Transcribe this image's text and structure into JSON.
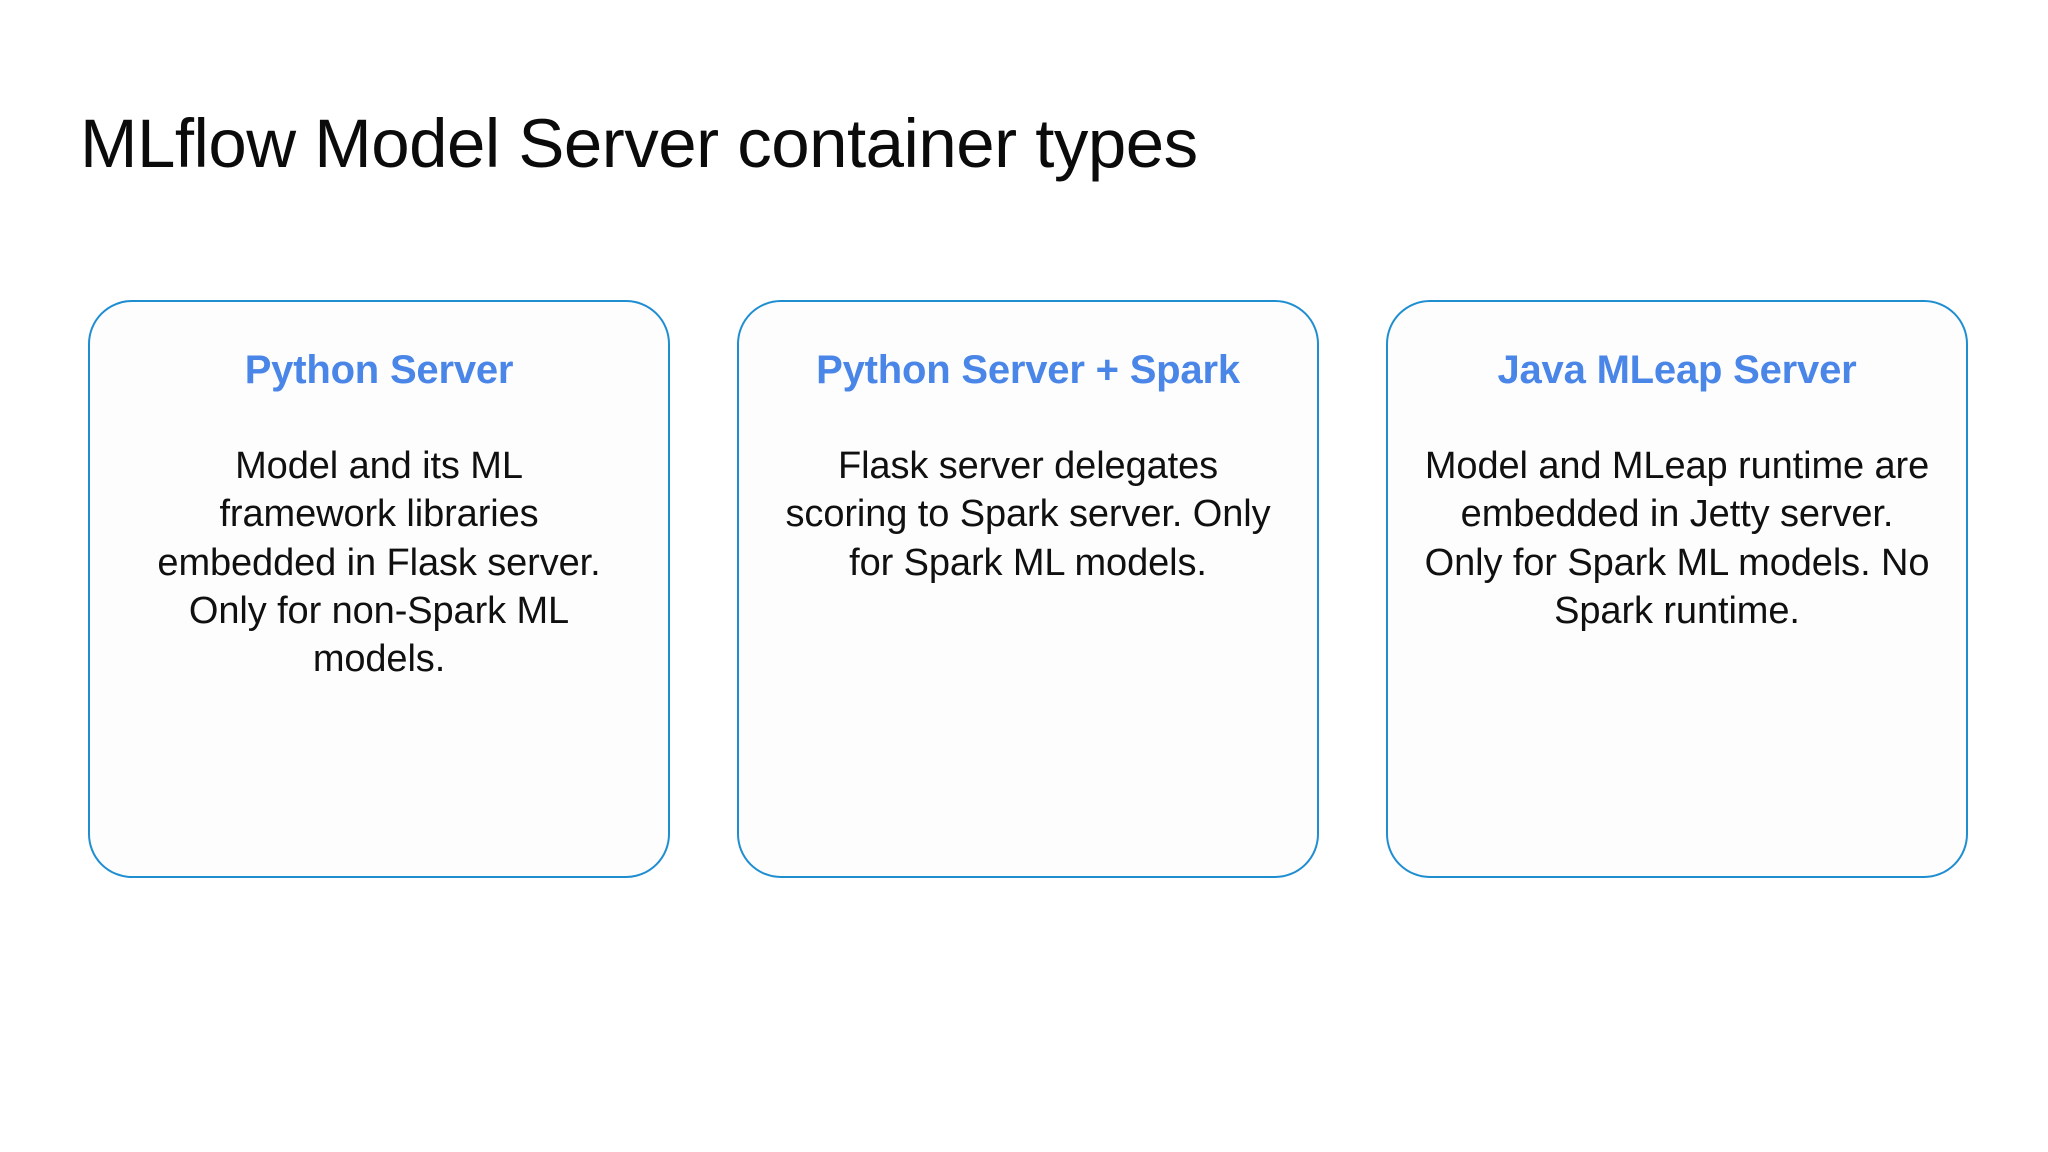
{
  "slide": {
    "title": "MLflow Model Server container types",
    "background_color": "#ffffff",
    "title_color": "#0b0b0b"
  },
  "theme": {
    "card_border_color": "#1f8ed1",
    "card_background_color": "#fdfdfd",
    "card_heading_color": "#4a86e8",
    "card_body_color": "#101010"
  },
  "cards": [
    {
      "heading": "Python Server",
      "body": "Model and its ML framework libraries embedded in Flask server. Only for non-Spark ML models."
    },
    {
      "heading": "Python Server + Spark",
      "body": "Flask server delegates scoring to Spark server. Only for Spark ML models."
    },
    {
      "heading": "Java MLeap Server",
      "body": "Model and MLeap runtime are embedded in Jetty server. Only for Spark ML models. No Spark runtime."
    }
  ]
}
